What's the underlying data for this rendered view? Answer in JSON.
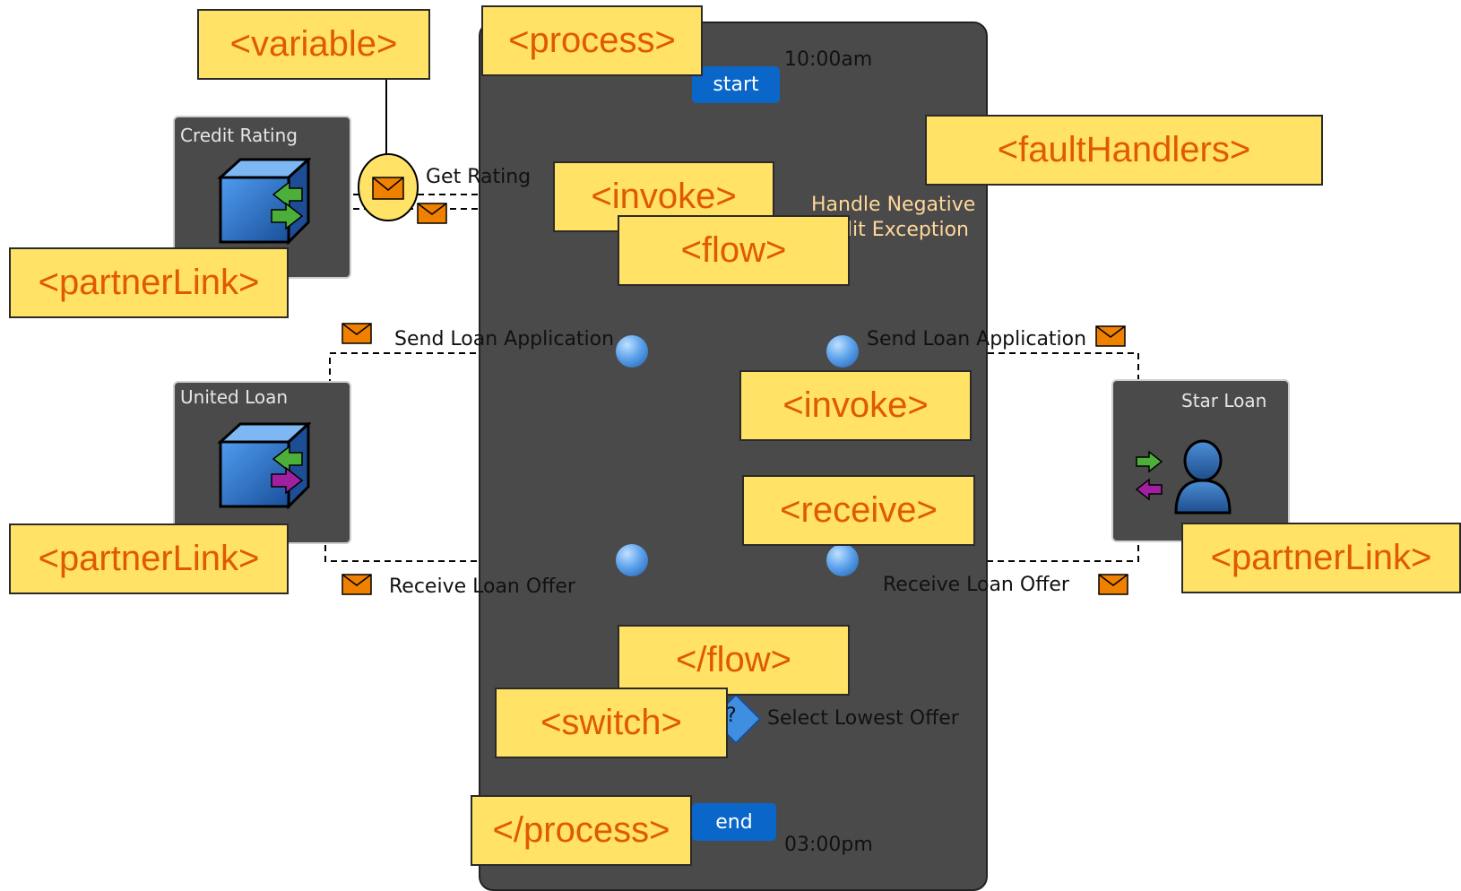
{
  "tags": {
    "variable": "<variable>",
    "process": "<process>",
    "fault_handlers": "<faultHandlers>",
    "invoke_top": "<invoke>",
    "flow_open": "<flow>",
    "partner_link_credit": "<partnerLink>",
    "invoke_right": "<invoke>",
    "receive": "<receive>",
    "partner_link_united": "<partnerLink>",
    "partner_link_star": "<partnerLink>",
    "flow_close": "</flow>",
    "switch": "<switch>",
    "process_close": "</process>"
  },
  "process": {
    "start_label": "start",
    "start_time": "10:00am",
    "end_label": "end",
    "end_time": "03:00pm",
    "fault_handler_line1": "Handle Negative",
    "fault_handler_line2": "dit Exception"
  },
  "partners": {
    "credit_rating": "Credit Rating",
    "united_loan": "United Loan",
    "star_loan": "Star Loan"
  },
  "messages": {
    "get_rating": "Get Rating",
    "send_left": "Send Loan Application",
    "send_right": "Send Loan Application",
    "receive_left": "Receive Loan Offer",
    "receive_right": "Receive Loan Offer",
    "select_lowest": "Select Lowest Offer",
    "switch_mark": "?"
  },
  "icons": {
    "envelope": "envelope-icon",
    "service_cube": "service-cube-icon",
    "person": "person-icon",
    "decision": "decision-diamond-icon"
  },
  "colors": {
    "tag_fill": "#ffe266",
    "tag_text": "#e05a00",
    "process_bg": "#4a4a4a",
    "flow_line": "#1f6fd0",
    "pill": "#0a67c9"
  }
}
